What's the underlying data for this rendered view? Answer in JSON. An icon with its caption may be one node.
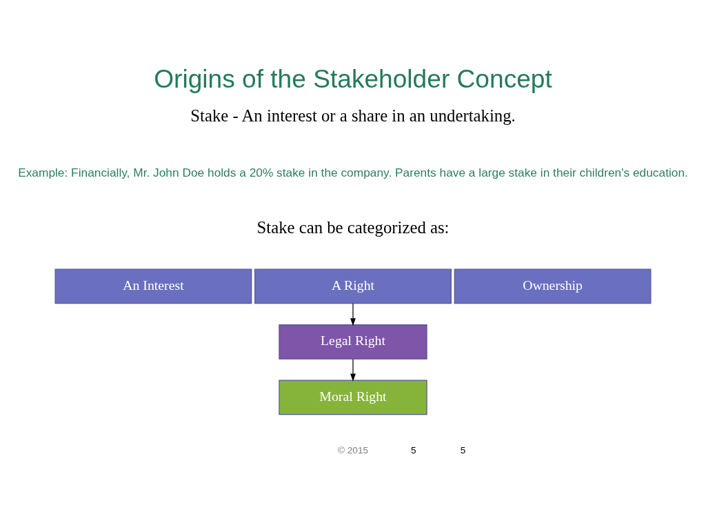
{
  "diagram": {
    "title": "Origins of the Stakeholder Concept",
    "nodes": [
      {
        "text": [
          "An Interest"
        ]
      },
      {
        "text": [
          "A Right"
        ]
      },
      {
        "text": [
          "Ownership"
        ]
      },
      {
        "text": [
          "Legal Right"
        ]
      },
      {
        "text": [
          "Moral Right"
        ]
      }
    ],
    "edges": [
      {
        "from": 1,
        "to": 3,
        "arrow": "to"
      },
      {
        "from": 3,
        "to": 4,
        "arrow": "to"
      }
    ],
    "labels": [
      "Stake - An interest or a share in an undertaking.",
      "Example: Financially, Mr. John Doe holds a 20% stake in the company. Parents have a large stake in their children's education.",
      "Stake can be categorized as:",
      "© 2015",
      "5",
      "5"
    ]
  }
}
